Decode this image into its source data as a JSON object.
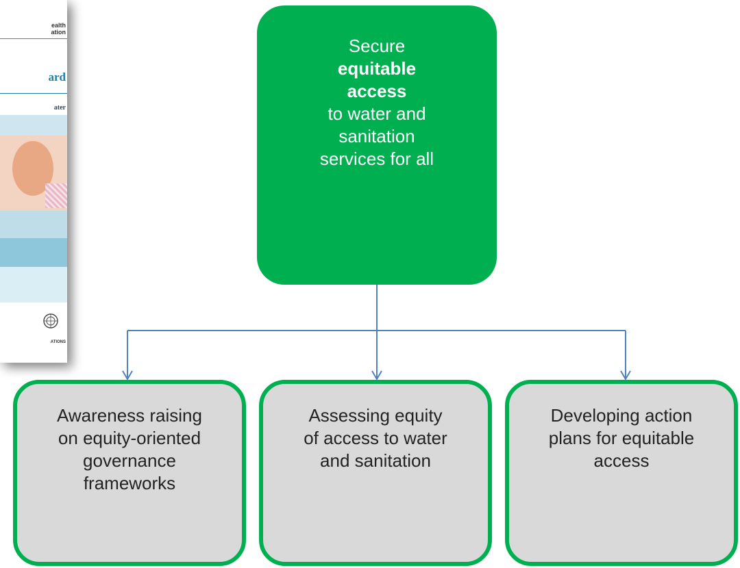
{
  "cover": {
    "header_line1": "ealth",
    "header_line2": "ation",
    "title_fragment": "ard",
    "subtitle_fragment": "ater",
    "footer_fragment": "ATIONS",
    "colors": {
      "title": "#1a7fa6",
      "band_light": "#cfe6f0",
      "band_mid": "#8ec7dc",
      "photo": "#e9a884"
    }
  },
  "diagram": {
    "colors": {
      "top_fill": "#00b050",
      "child_fill": "#d9d9d9",
      "child_border": "#00b050",
      "connector": "#4f81bd"
    },
    "root": {
      "line1": "Secure",
      "line2": "equitable",
      "line3": "access",
      "line4": "to water and",
      "line5": "sanitation",
      "line6": "services for all"
    },
    "children": [
      {
        "lines": [
          "Awareness raising",
          "on equity-oriented",
          "governance",
          "frameworks"
        ]
      },
      {
        "lines": [
          "Assessing equity",
          "of access to water",
          "and sanitation"
        ]
      },
      {
        "lines": [
          "Developing action",
          "plans for equitable",
          "access"
        ]
      }
    ]
  }
}
